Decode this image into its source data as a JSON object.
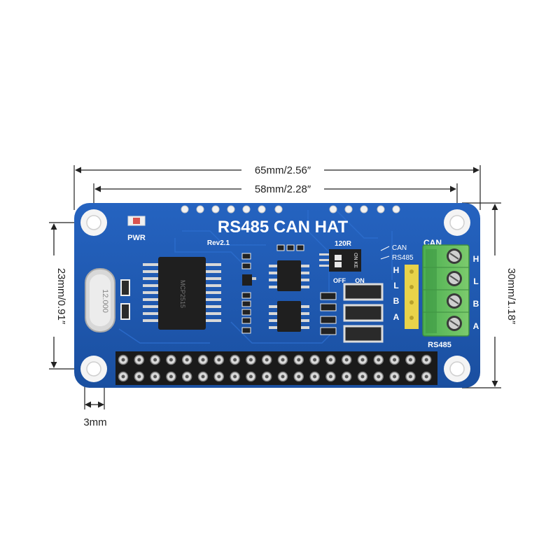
{
  "dimensions": {
    "overall_width": "65mm/2.56″",
    "hole_spacing_width": "58mm/2.28″",
    "hole_spacing_height": "23mm/0.91″",
    "overall_height": "30mm/1.18″",
    "hole_offset": "3mm"
  },
  "board": {
    "title": "RS485 CAN HAT",
    "revision": "Rev2.1",
    "pwr_label": "PWR",
    "resistor_label": "120R",
    "switch_off": "OFF",
    "switch_on": "ON",
    "switch_can": "CAN",
    "switch_rs485": "RS485",
    "can_label": "CAN",
    "rs485_label": "RS485",
    "header_pins": [
      "H",
      "L",
      "B",
      "A"
    ],
    "terminal_pins": [
      "H",
      "L",
      "B",
      "A"
    ],
    "crystal_text": "12.000",
    "ic_main_text": "MCP2515",
    "switch_chip_text": "ON KE"
  },
  "colors": {
    "pcb": "#1e5bb4",
    "terminal": "#5cb85c",
    "pin_header": "#e8d34a",
    "dimension_line": "#222222"
  }
}
